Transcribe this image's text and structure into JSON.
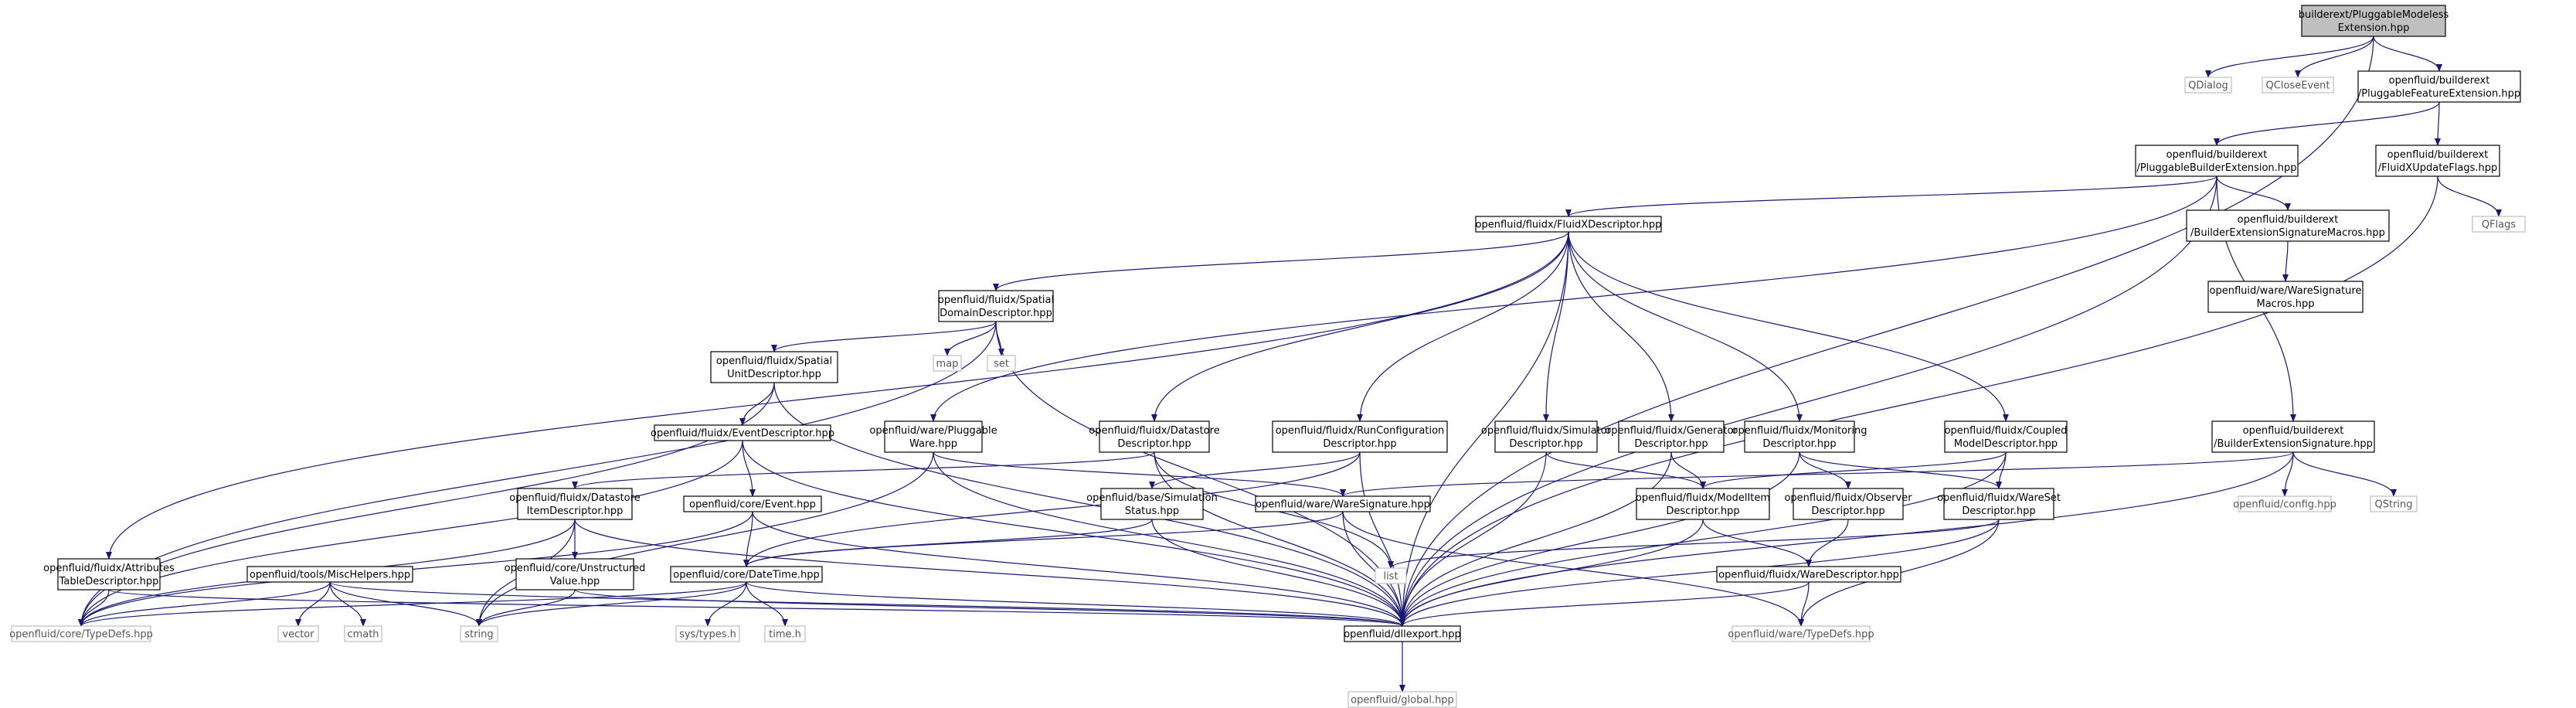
{
  "colors": {
    "edge": "#191970",
    "root_fill": "#bfbfbf",
    "node_stroke": "#000000",
    "external_stroke": "#bfbfbf",
    "external_text": "#555555"
  },
  "nodes": [
    {
      "id": "root",
      "lines": [
        "builderext/PluggableModeless",
        "Extension.hpp"
      ],
      "kind": "root"
    },
    {
      "id": "qdialog",
      "lines": [
        "QDialog"
      ],
      "kind": "external"
    },
    {
      "id": "qcloseevent",
      "lines": [
        "QCloseEvent"
      ],
      "kind": "external"
    },
    {
      "id": "pfe",
      "lines": [
        "openfluid/builderext",
        "/PluggableFeatureExtension.hpp"
      ],
      "kind": "file"
    },
    {
      "id": "pbe",
      "lines": [
        "openfluid/builderext",
        "/PluggableBuilderExtension.hpp"
      ],
      "kind": "file"
    },
    {
      "id": "fuf",
      "lines": [
        "openfluid/builderext",
        "/FluidXUpdateFlags.hpp"
      ],
      "kind": "file"
    },
    {
      "id": "qflags",
      "lines": [
        "QFlags"
      ],
      "kind": "external"
    },
    {
      "id": "fxd",
      "lines": [
        "openfluid/fluidx/FluidXDescriptor.hpp"
      ],
      "kind": "file"
    },
    {
      "id": "besm",
      "lines": [
        "openfluid/builderext",
        "/BuilderExtensionSignatureMacros.hpp"
      ],
      "kind": "file"
    },
    {
      "id": "wsm",
      "lines": [
        "openfluid/ware/WareSignature",
        "Macros.hpp"
      ],
      "kind": "file"
    },
    {
      "id": "sdd",
      "lines": [
        "openfluid/fluidx/Spatial",
        "DomainDescriptor.hpp"
      ],
      "kind": "file"
    },
    {
      "id": "map",
      "lines": [
        "map"
      ],
      "kind": "external"
    },
    {
      "id": "set",
      "lines": [
        "set"
      ],
      "kind": "external"
    },
    {
      "id": "sud",
      "lines": [
        "openfluid/fluidx/Spatial",
        "UnitDescriptor.hpp"
      ],
      "kind": "file"
    },
    {
      "id": "ed",
      "lines": [
        "openfluid/fluidx/EventDescriptor.hpp"
      ],
      "kind": "file"
    },
    {
      "id": "pw",
      "lines": [
        "openfluid/ware/Pluggable",
        "Ware.hpp"
      ],
      "kind": "file"
    },
    {
      "id": "dd",
      "lines": [
        "openfluid/fluidx/Datastore",
        "Descriptor.hpp"
      ],
      "kind": "file"
    },
    {
      "id": "rcd",
      "lines": [
        "openfluid/fluidx/RunConfiguration",
        "Descriptor.hpp"
      ],
      "kind": "file"
    },
    {
      "id": "simd",
      "lines": [
        "openfluid/fluidx/Simulator",
        "Descriptor.hpp"
      ],
      "kind": "file"
    },
    {
      "id": "gend",
      "lines": [
        "openfluid/fluidx/Generator",
        "Descriptor.hpp"
      ],
      "kind": "file"
    },
    {
      "id": "mond",
      "lines": [
        "openfluid/fluidx/Monitoring",
        "Descriptor.hpp"
      ],
      "kind": "file"
    },
    {
      "id": "cmd",
      "lines": [
        "openfluid/fluidx/Coupled",
        "ModelDescriptor.hpp"
      ],
      "kind": "file"
    },
    {
      "id": "bes",
      "lines": [
        "openfluid/builderext",
        "/BuilderExtensionSignature.hpp"
      ],
      "kind": "file"
    },
    {
      "id": "dsid",
      "lines": [
        "openfluid/fluidx/Datastore",
        "ItemDescriptor.hpp"
      ],
      "kind": "file"
    },
    {
      "id": "event",
      "lines": [
        "openfluid/core/Event.hpp"
      ],
      "kind": "file"
    },
    {
      "id": "sstat",
      "lines": [
        "openfluid/base/Simulation",
        "Status.hpp"
      ],
      "kind": "file"
    },
    {
      "id": "wsig",
      "lines": [
        "openfluid/ware/WareSignature.hpp"
      ],
      "kind": "file"
    },
    {
      "id": "mid",
      "lines": [
        "openfluid/fluidx/ModelItem",
        "Descriptor.hpp"
      ],
      "kind": "file"
    },
    {
      "id": "obsd",
      "lines": [
        "openfluid/fluidx/Observer",
        "Descriptor.hpp"
      ],
      "kind": "file"
    },
    {
      "id": "wsd",
      "lines": [
        "openfluid/fluidx/WareSet",
        "Descriptor.hpp"
      ],
      "kind": "file"
    },
    {
      "id": "config",
      "lines": [
        "openfluid/config.hpp"
      ],
      "kind": "external"
    },
    {
      "id": "qstring",
      "lines": [
        "QString"
      ],
      "kind": "external"
    },
    {
      "id": "atd",
      "lines": [
        "openfluid/fluidx/Attributes",
        "TableDescriptor.hpp"
      ],
      "kind": "file"
    },
    {
      "id": "mh",
      "lines": [
        "openfluid/tools/MiscHelpers.hpp"
      ],
      "kind": "file"
    },
    {
      "id": "uv",
      "lines": [
        "openfluid/core/Unstructured",
        "Value.hpp"
      ],
      "kind": "file"
    },
    {
      "id": "dt",
      "lines": [
        "openfluid/core/DateTime.hpp"
      ],
      "kind": "file"
    },
    {
      "id": "list",
      "lines": [
        "list"
      ],
      "kind": "external"
    },
    {
      "id": "wd",
      "lines": [
        "openfluid/fluidx/WareDescriptor.hpp"
      ],
      "kind": "file"
    },
    {
      "id": "ctd",
      "lines": [
        "openfluid/core/TypeDefs.hpp"
      ],
      "kind": "external"
    },
    {
      "id": "vector",
      "lines": [
        "vector"
      ],
      "kind": "external"
    },
    {
      "id": "cmath",
      "lines": [
        "cmath"
      ],
      "kind": "external"
    },
    {
      "id": "string",
      "lines": [
        "string"
      ],
      "kind": "external"
    },
    {
      "id": "systypes",
      "lines": [
        "sys/types.h"
      ],
      "kind": "external"
    },
    {
      "id": "timeh",
      "lines": [
        "time.h"
      ],
      "kind": "external"
    },
    {
      "id": "dllexport",
      "lines": [
        "openfluid/dllexport.hpp"
      ],
      "kind": "file"
    },
    {
      "id": "wtd",
      "lines": [
        "openfluid/ware/TypeDefs.hpp"
      ],
      "kind": "external"
    },
    {
      "id": "global",
      "lines": [
        "openfluid/global.hpp"
      ],
      "kind": "external"
    }
  ],
  "edges": [
    [
      "root",
      "qdialog"
    ],
    [
      "root",
      "qcloseevent"
    ],
    [
      "root",
      "pfe"
    ],
    [
      "root",
      "dllexport"
    ],
    [
      "pfe",
      "pbe"
    ],
    [
      "pfe",
      "fuf"
    ],
    [
      "fuf",
      "qflags"
    ],
    [
      "fuf",
      "dllexport"
    ],
    [
      "pbe",
      "fxd"
    ],
    [
      "pbe",
      "besm"
    ],
    [
      "pbe",
      "pw"
    ],
    [
      "pbe",
      "bes"
    ],
    [
      "pbe",
      "dllexport"
    ],
    [
      "besm",
      "wsm"
    ],
    [
      "fxd",
      "sdd"
    ],
    [
      "fxd",
      "atd"
    ],
    [
      "fxd",
      "dd"
    ],
    [
      "fxd",
      "rcd"
    ],
    [
      "fxd",
      "simd"
    ],
    [
      "fxd",
      "gend"
    ],
    [
      "fxd",
      "mond"
    ],
    [
      "fxd",
      "cmd"
    ],
    [
      "fxd",
      "dllexport"
    ],
    [
      "sdd",
      "map"
    ],
    [
      "sdd",
      "set"
    ],
    [
      "sdd",
      "sud"
    ],
    [
      "sdd",
      "ctd"
    ],
    [
      "sdd",
      "dllexport"
    ],
    [
      "sud",
      "ed"
    ],
    [
      "sud",
      "ctd"
    ],
    [
      "sud",
      "dllexport"
    ],
    [
      "ed",
      "event"
    ],
    [
      "ed",
      "ctd"
    ],
    [
      "ed",
      "dllexport"
    ],
    [
      "pw",
      "wsig"
    ],
    [
      "pw",
      "string"
    ],
    [
      "pw",
      "dllexport"
    ],
    [
      "dd",
      "dsid"
    ],
    [
      "dd",
      "list"
    ],
    [
      "dd",
      "dllexport"
    ],
    [
      "rcd",
      "dt"
    ],
    [
      "rcd",
      "sstat"
    ],
    [
      "rcd",
      "dllexport"
    ],
    [
      "simd",
      "mid"
    ],
    [
      "simd",
      "dllexport"
    ],
    [
      "gend",
      "mid"
    ],
    [
      "gend",
      "dllexport"
    ],
    [
      "mond",
      "obsd"
    ],
    [
      "mond",
      "wsd"
    ],
    [
      "mond",
      "dllexport"
    ],
    [
      "cmd",
      "mid"
    ],
    [
      "cmd",
      "wsd"
    ],
    [
      "cmd",
      "dllexport"
    ],
    [
      "bes",
      "wsig"
    ],
    [
      "bes",
      "config"
    ],
    [
      "bes",
      "qstring"
    ],
    [
      "bes",
      "dllexport"
    ],
    [
      "dsid",
      "ctd"
    ],
    [
      "dsid",
      "uv"
    ],
    [
      "dsid",
      "string"
    ],
    [
      "dsid",
      "dllexport"
    ],
    [
      "event",
      "dt"
    ],
    [
      "event",
      "ctd"
    ],
    [
      "event",
      "dllexport"
    ],
    [
      "sstat",
      "dt"
    ],
    [
      "sstat",
      "dllexport"
    ],
    [
      "wsig",
      "dt"
    ],
    [
      "wsig",
      "wtd"
    ],
    [
      "wsig",
      "dllexport"
    ],
    [
      "mid",
      "wd"
    ],
    [
      "mid",
      "dllexport"
    ],
    [
      "obsd",
      "wd"
    ],
    [
      "wsd",
      "list"
    ],
    [
      "wsd",
      "dllexport"
    ],
    [
      "wsd",
      "wtd"
    ],
    [
      "atd",
      "ctd"
    ],
    [
      "atd",
      "dllexport"
    ],
    [
      "mh",
      "ctd"
    ],
    [
      "mh",
      "vector"
    ],
    [
      "mh",
      "cmath"
    ],
    [
      "mh",
      "string"
    ],
    [
      "mh",
      "dllexport"
    ],
    [
      "uv",
      "string"
    ],
    [
      "uv",
      "dllexport"
    ],
    [
      "dt",
      "systypes"
    ],
    [
      "dt",
      "timeh"
    ],
    [
      "dt",
      "string"
    ],
    [
      "dt",
      "ctd"
    ],
    [
      "dt",
      "dllexport"
    ],
    [
      "wd",
      "dllexport"
    ],
    [
      "wd",
      "wtd"
    ],
    [
      "dllexport",
      "global"
    ]
  ]
}
